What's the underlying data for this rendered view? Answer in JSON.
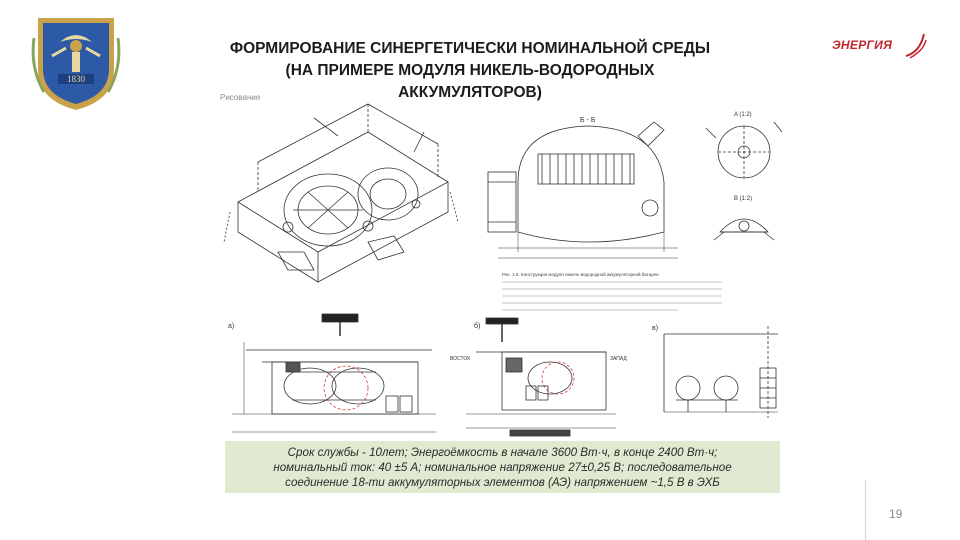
{
  "header": {
    "title_lines": [
      "ФОРМИРОВАНИЕ СИНЕРГЕТИЧЕСКИ НОМИНАЛЬНОЙ СРЕДЫ",
      "(НА ПРИМЕРЕ МОДУЛЯ НИКЕЛЬ-ВОДОРОДНЫХ",
      "АККУМУЛЯТОРОВ)"
    ],
    "crest_year": "1830",
    "logo_text": "ЭНЕРГИЯ"
  },
  "drawings": {
    "faded_label": "Рисование",
    "section_label": "Б - Б",
    "detail_label_a": "A (1:2)",
    "detail_label_b": "В (1:2)",
    "view_a_label": "а)",
    "view_b_label": "б)",
    "view_c_label": "в)",
    "view_b_left": "ВОСТОК",
    "view_b_right": "ЗАПАД",
    "caption": "Рис. 1.5. Конструкция модуля никель-водородной аккумуляторной батареи"
  },
  "specs": {
    "lines": [
      "Срок службы - 10лет; Энергоёмкость в начале 3600 Вт·ч, в конце 2400 Вт·ч;",
      "номинальный ток: 40 ±5 А; номинальное напряжение 27±0,25 В; последовательное",
      "соединение 18-ти аккумуляторных элементов (АЭ) напряжением ~1,5 В в ЭХБ"
    ]
  },
  "page": {
    "number": "19"
  },
  "colors": {
    "spec_background": "#dfead0",
    "logo": "#c0262c",
    "crest_blue": "#2d5aa6",
    "crest_gold": "#caa24a"
  }
}
